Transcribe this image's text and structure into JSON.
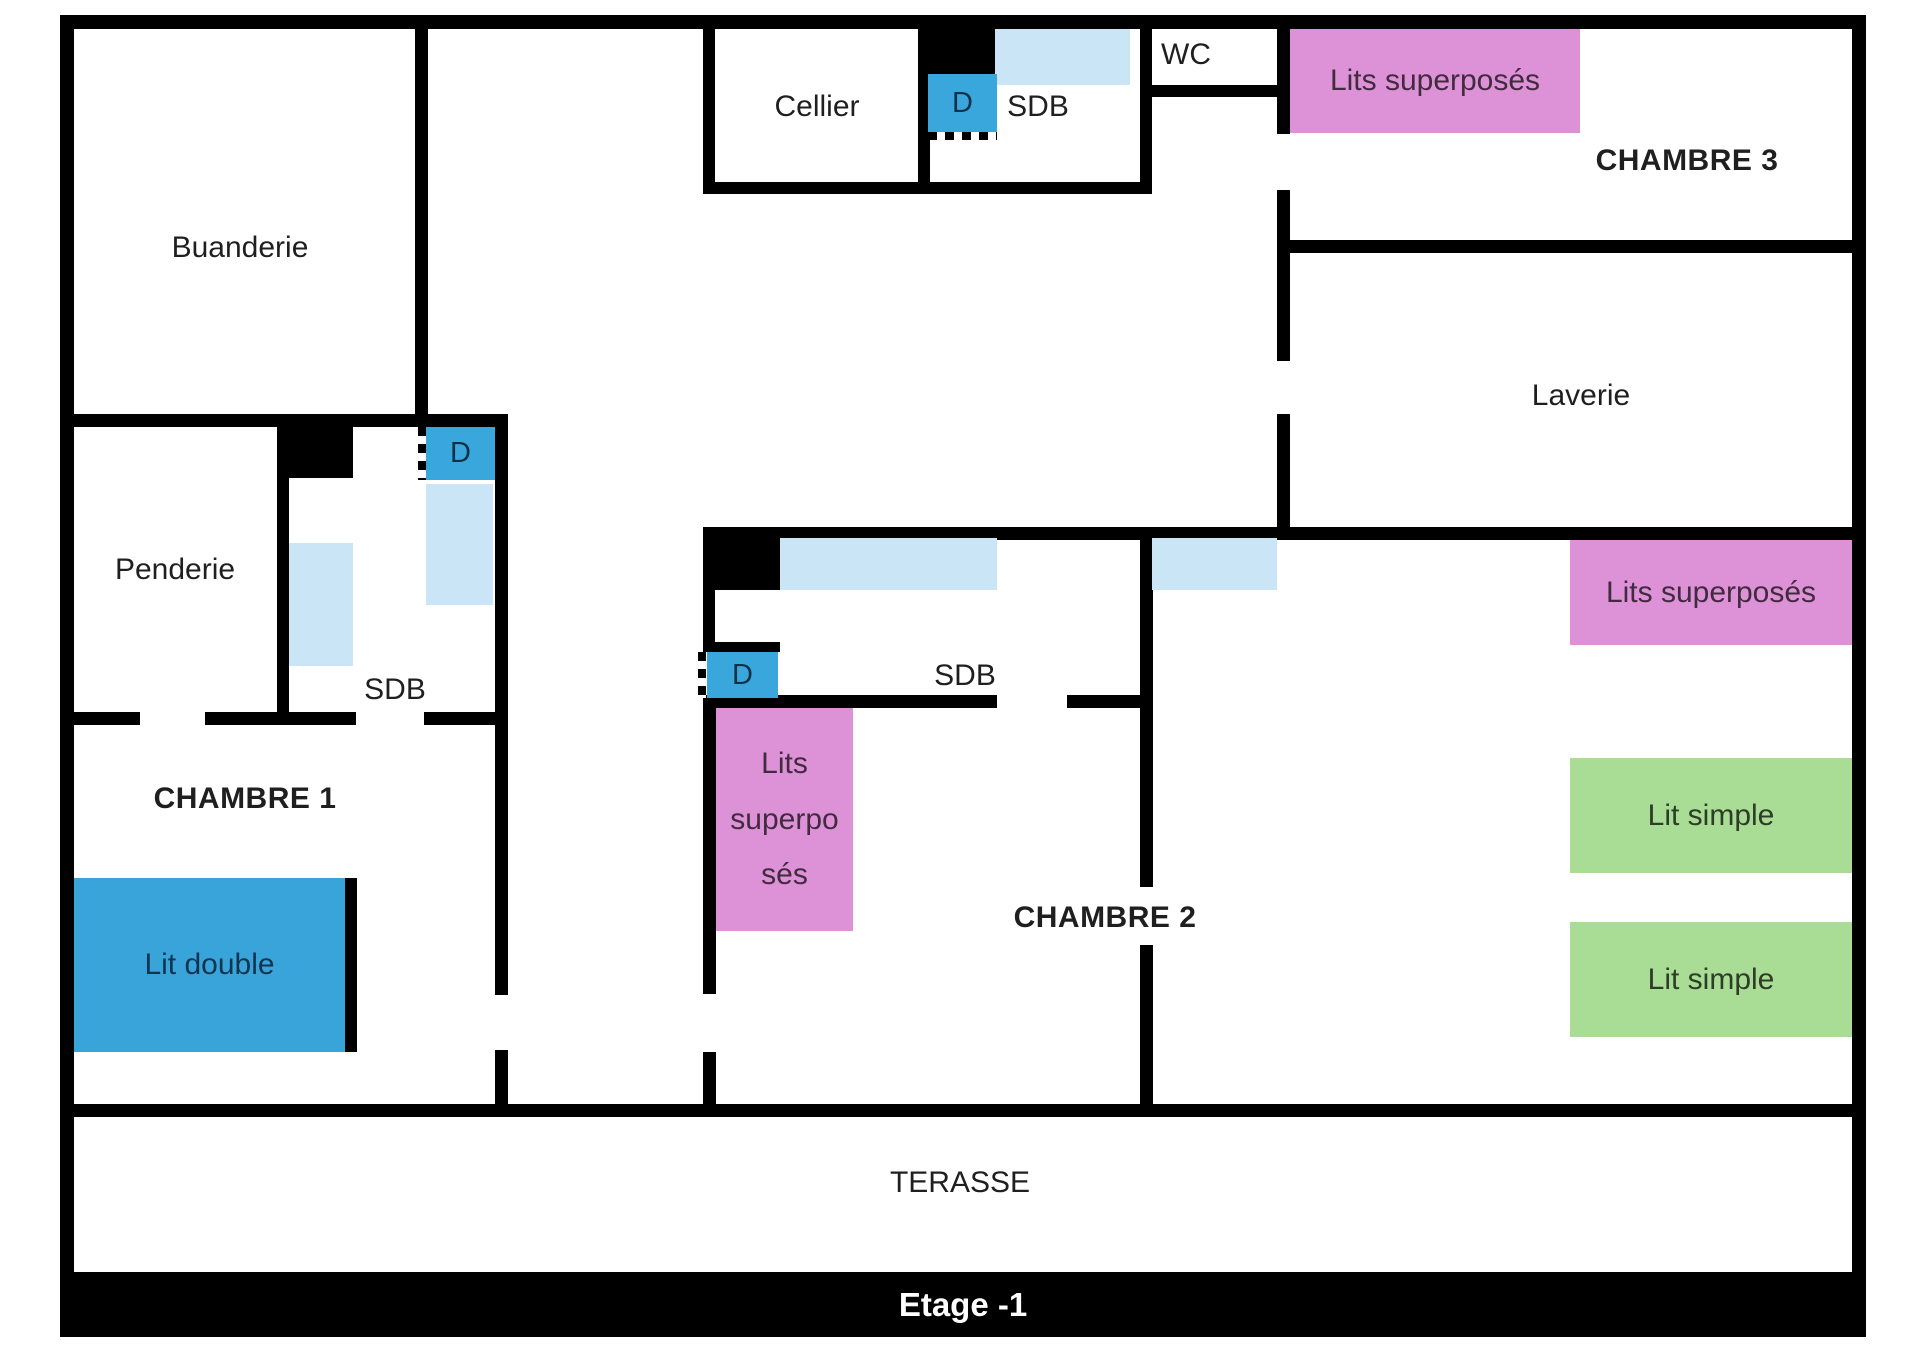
{
  "floor": {
    "label": "Etage -1"
  },
  "rooms": {
    "buanderie": "Buanderie",
    "penderie": "Penderie",
    "sdb_left": "SDB",
    "chambre1": "CHAMBRE 1",
    "cellier": "Cellier",
    "sdb_top": "SDB",
    "wc": "WC",
    "chambre3": "CHAMBRE 3",
    "laverie": "Laverie",
    "sdb_central": "SDB",
    "chambre2": "CHAMBRE 2",
    "terasse": "TERASSE"
  },
  "furniture": {
    "lit_double": "Lit double",
    "lits_superposes_chambre3": "Lits superposés",
    "lits_superposes_droite": "Lits superposés",
    "lits_superposes_chambre2": "Lits superposés",
    "lit_simple_haut": "Lit simple",
    "lit_simple_bas": "Lit simple"
  },
  "doors": {
    "marker": "D"
  },
  "colors": {
    "wall": "#000000",
    "door_blue": "#3AA7DC",
    "window_light_blue": "#C9E5F6",
    "bed_double_blue": "#39A4DA",
    "bunk_pink": "#DD92D7",
    "single_green": "#A9DC94",
    "floor_bar_bg": "#000000",
    "floor_bar_text": "#FFFFFF"
  }
}
